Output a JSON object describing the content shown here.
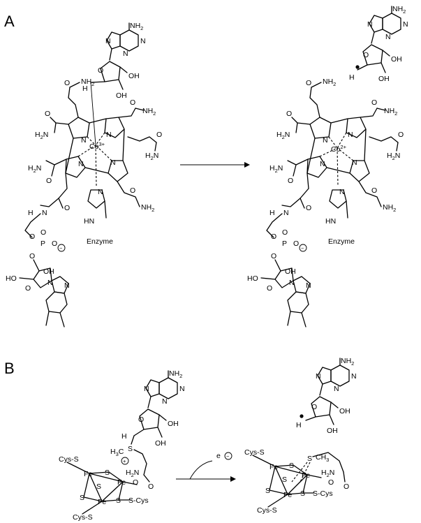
{
  "panels": {
    "a": {
      "label": "A"
    },
    "b": {
      "label": "B"
    }
  },
  "atoms": {
    "nh2": "NH",
    "nh2_sub": "2",
    "n": "N",
    "oh": "OH",
    "o": "O",
    "h": "H",
    "ho": "HO",
    "h2n": "H",
    "h2n_sub": "2",
    "h2n_n": "N",
    "p": "P",
    "co": "Co",
    "co_a_charge": "3+",
    "co_b_charge": "2+",
    "hn": "HN",
    "enzyme": "Enzyme",
    "fe": "Fe",
    "s": "S",
    "cys_s": "Cys-S",
    "s_cys": "S-Cys",
    "h3c": "H",
    "h3c_sub": "3",
    "h3c_c": "C",
    "ch3": "CH",
    "ch3_sub": "3",
    "e": "e"
  },
  "charges": {
    "minus": "−",
    "plus": "+"
  },
  "colors": {
    "ink": "#000000",
    "background": "#ffffff"
  }
}
